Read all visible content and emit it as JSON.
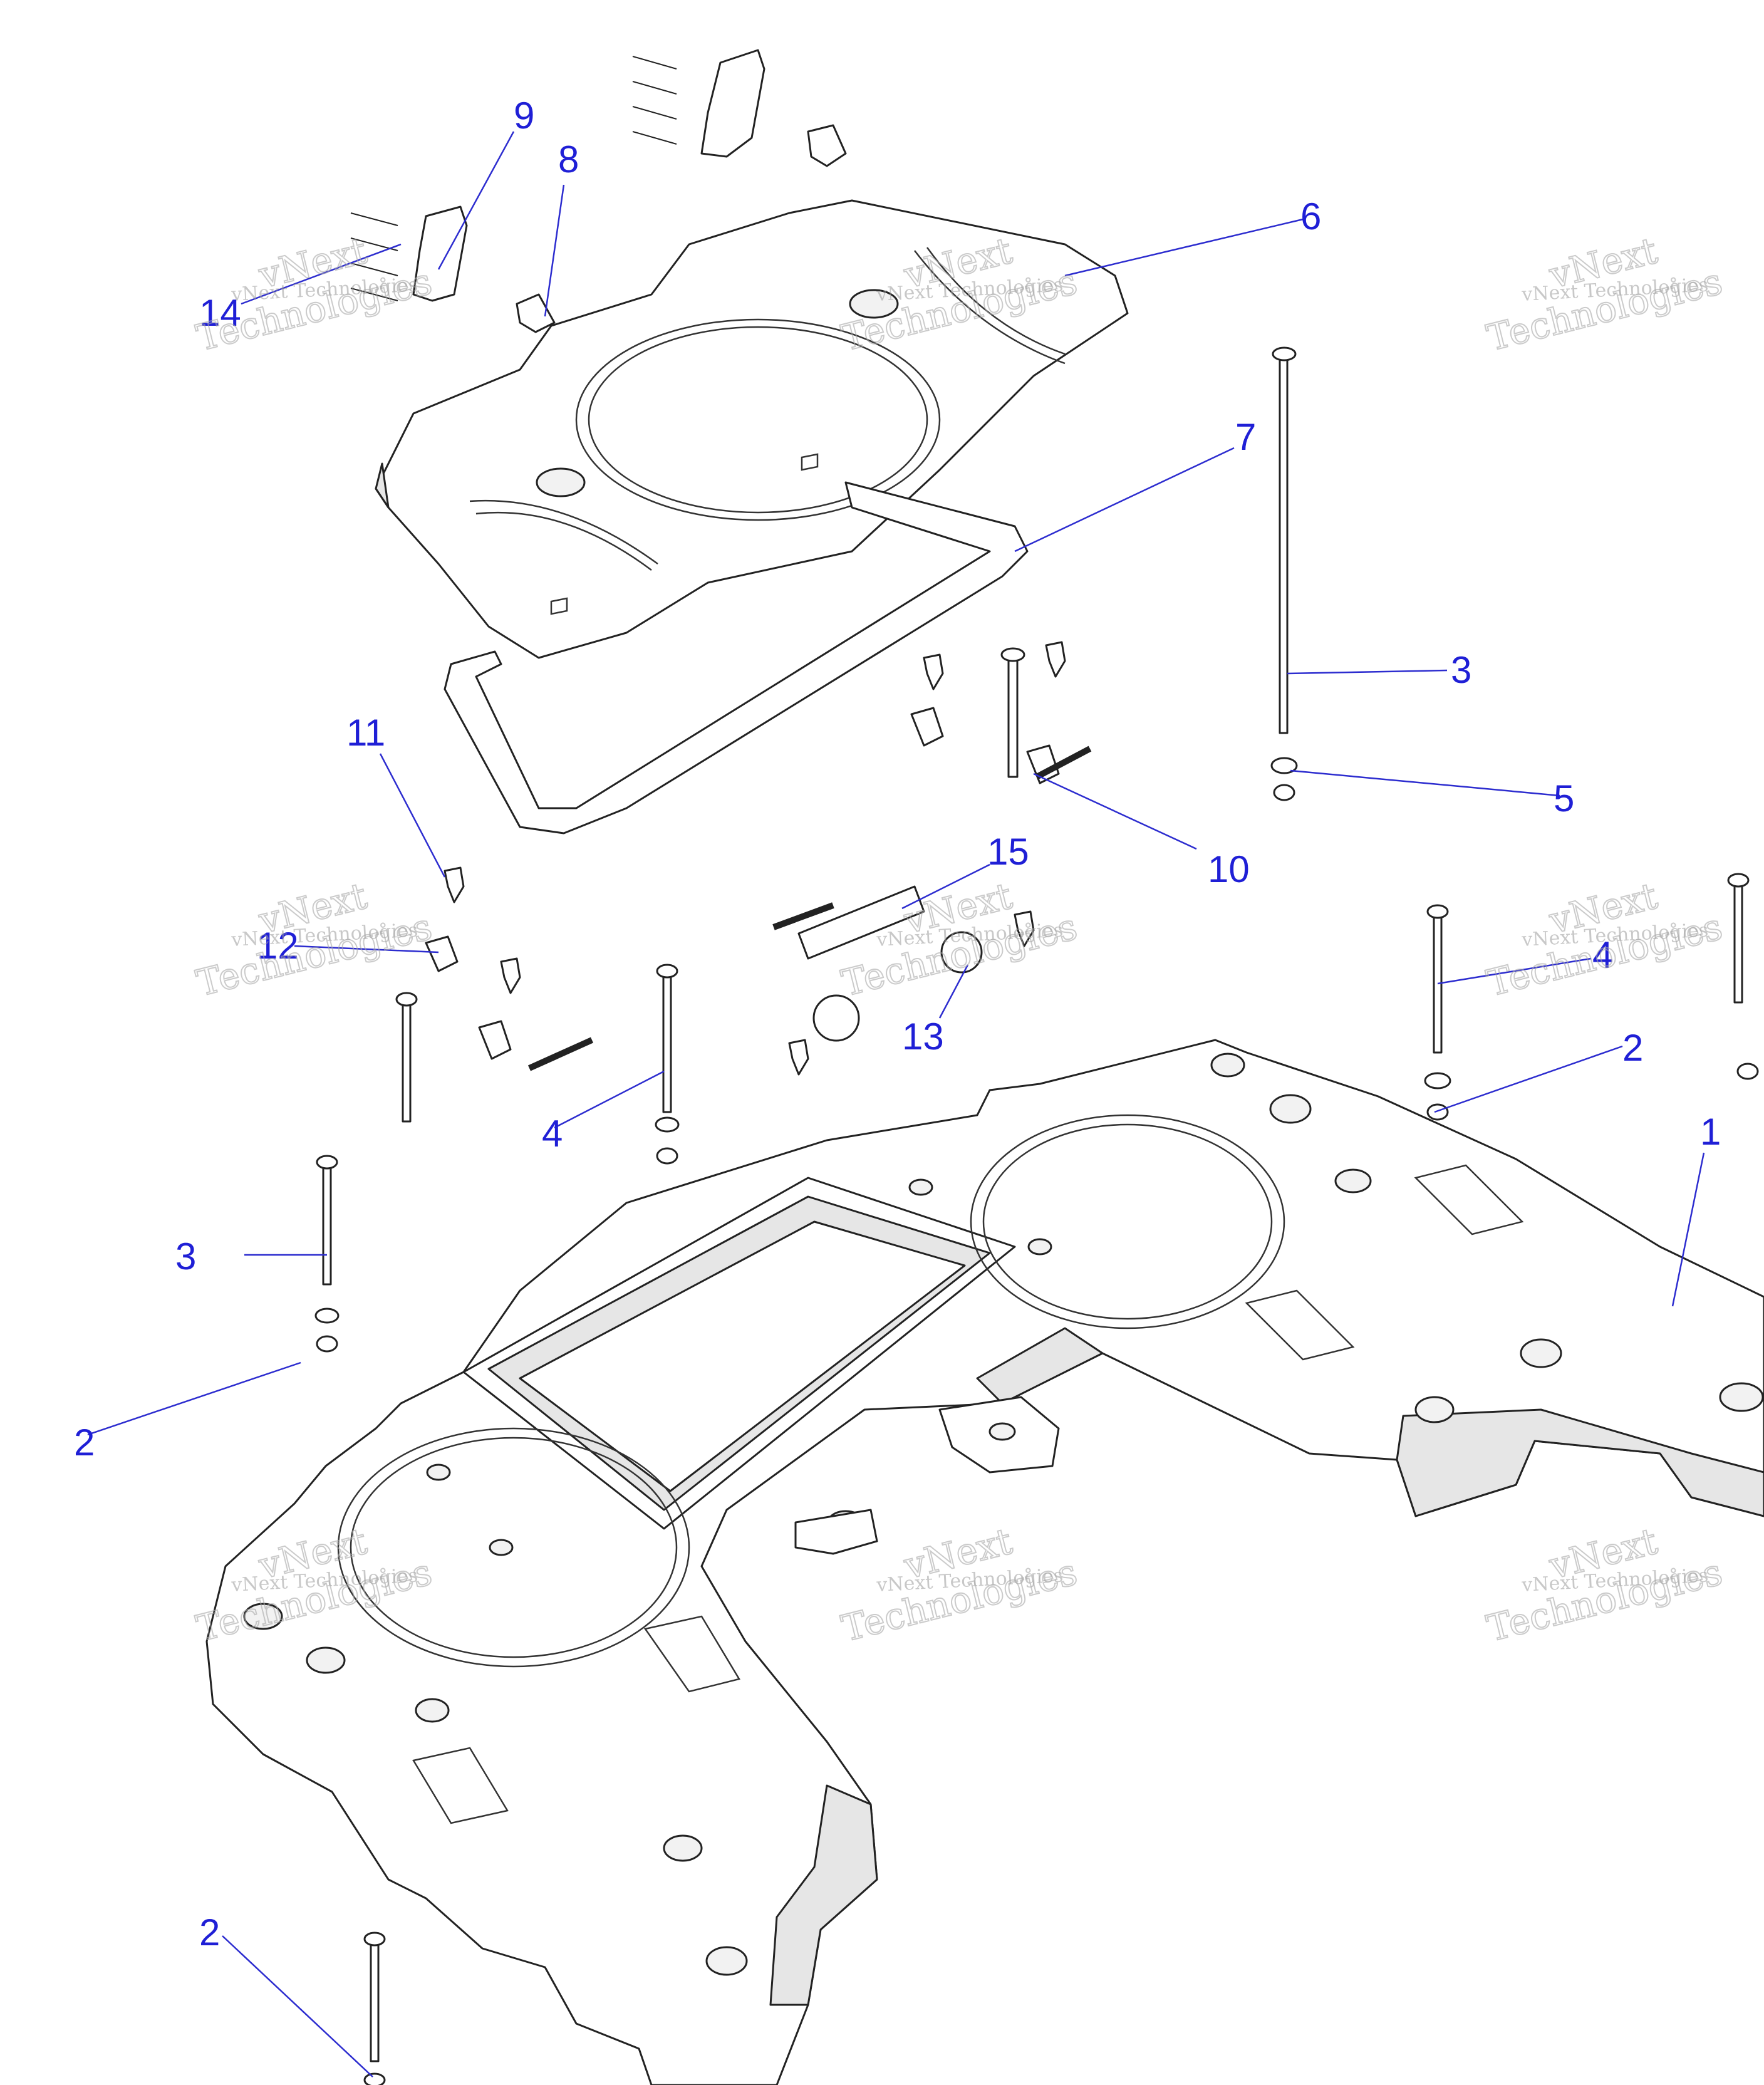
{
  "diagram": {
    "callouts": [
      {
        "id": "1",
        "label": "1"
      },
      {
        "id": "2",
        "label": "2"
      },
      {
        "id": "3",
        "label": "3"
      },
      {
        "id": "4",
        "label": "4"
      },
      {
        "id": "5",
        "label": "5"
      },
      {
        "id": "6",
        "label": "6"
      },
      {
        "id": "7",
        "label": "7"
      },
      {
        "id": "8",
        "label": "8"
      },
      {
        "id": "9",
        "label": "9"
      },
      {
        "id": "10",
        "label": "10"
      },
      {
        "id": "11",
        "label": "11"
      },
      {
        "id": "12",
        "label": "12"
      },
      {
        "id": "13",
        "label": "13"
      },
      {
        "id": "14",
        "label": "14"
      },
      {
        "id": "15",
        "label": "15"
      }
    ],
    "watermark": {
      "line1": "vNext Technologies",
      "line2a": "vNext",
      "line2b": "Technologies"
    },
    "colors": {
      "callout": "#1f1fd6",
      "leader": "#2c2ccf",
      "outline": "#222222"
    }
  }
}
